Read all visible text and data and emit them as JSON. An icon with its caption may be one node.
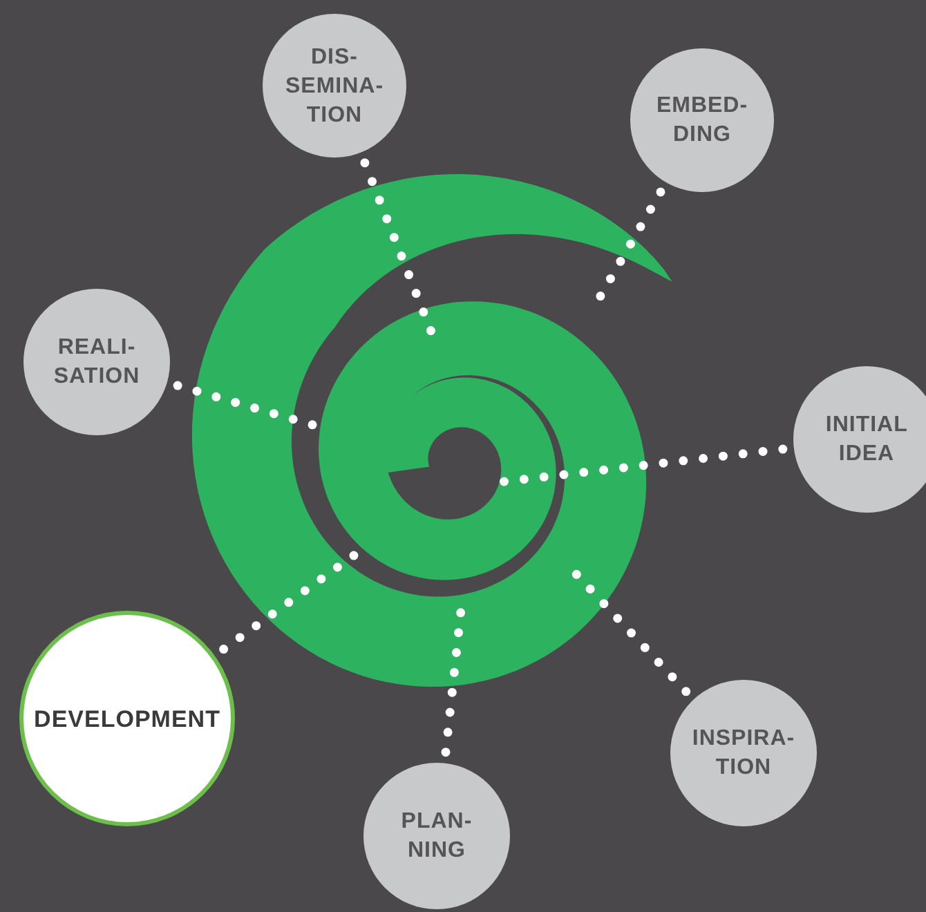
{
  "diagram": {
    "nodes": [
      {
        "text": [
          "DIS- SEMINA- TION"
        ]
      },
      {
        "text": [
          "EMBED- DING"
        ]
      },
      {
        "text": [
          "REALI- SATION"
        ]
      },
      {
        "text": [
          "INITIAL IDEA"
        ]
      },
      {
        "text": [
          "DEVELOPMENT"
        ]
      },
      {
        "text": [
          "INSPIRA- TION"
        ]
      },
      {
        "text": [
          "PLAN- NING"
        ]
      },
      {
        "text": [],
        "shape": "spiral"
      }
    ],
    "edges": [
      {
        "from": 0,
        "to": 7,
        "arrow": "none",
        "style": "dashed"
      },
      {
        "from": 1,
        "to": 7,
        "arrow": "none",
        "style": "dashed"
      },
      {
        "from": 2,
        "to": 7,
        "arrow": "none",
        "style": "dashed"
      },
      {
        "from": 3,
        "to": 7,
        "arrow": "none",
        "style": "dashed"
      },
      {
        "from": 4,
        "to": 7,
        "arrow": "none",
        "style": "dashed"
      },
      {
        "from": 5,
        "to": 7,
        "arrow": "none",
        "style": "dashed"
      },
      {
        "from": 6,
        "to": 7,
        "arrow": "none",
        "style": "dashed"
      }
    ]
  }
}
